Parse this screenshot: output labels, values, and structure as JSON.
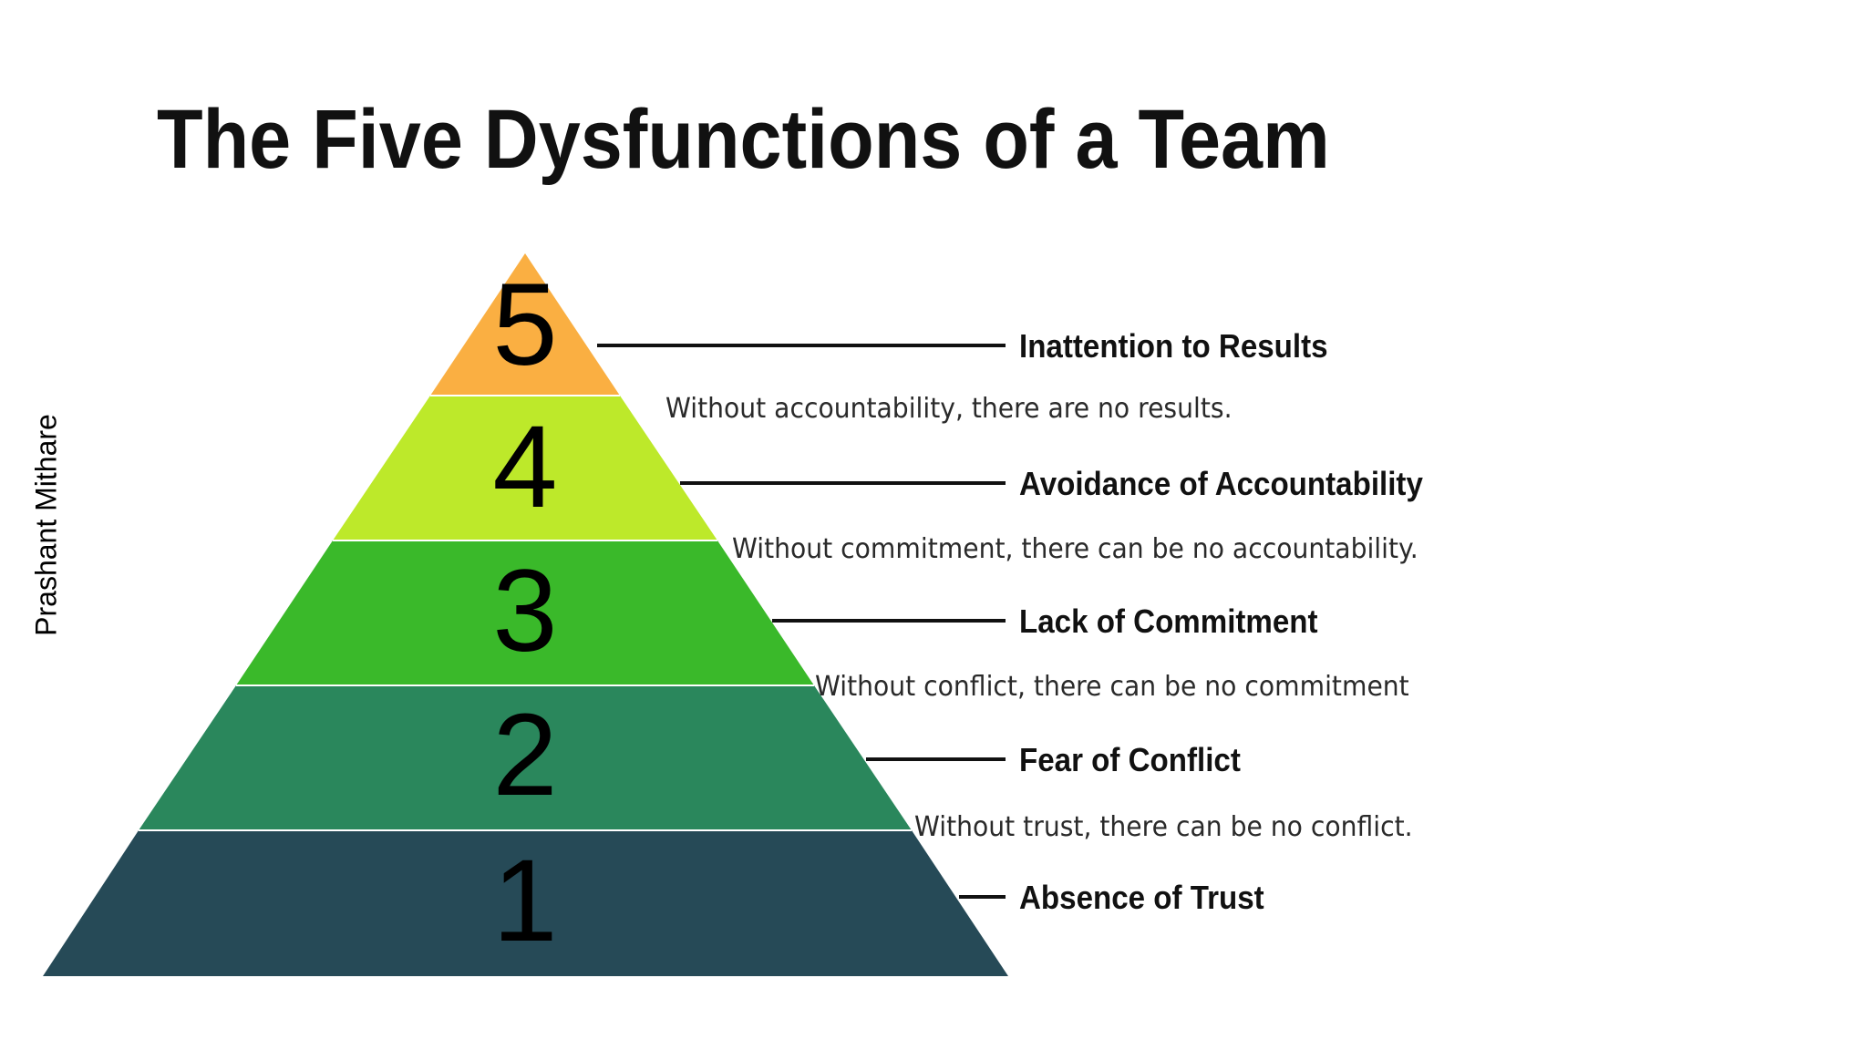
{
  "slide": {
    "title": "The Five Dysfunctions of a Team",
    "author": "Prashant Mithare"
  },
  "pyramid": {
    "levels": [
      {
        "number": "5",
        "label": "Inattention to Results",
        "color": "#FAAF42"
      },
      {
        "number": "4",
        "label": "Avoidance of Accountability",
        "color": "#BDE92A"
      },
      {
        "number": "3",
        "label": "Lack of Commitment",
        "color": "#3AB92A"
      },
      {
        "number": "2",
        "label": "Fear of Conflict",
        "color": "#2A875C"
      },
      {
        "number": "1",
        "label": "Absence of Trust",
        "color": "#264A57"
      }
    ],
    "descriptions": [
      "Without accountability, there are no results.",
      "Without commitment, there can be no accountability.",
      "Without conflict, there can be no commitment",
      "Without trust, there can be no conflict."
    ]
  }
}
